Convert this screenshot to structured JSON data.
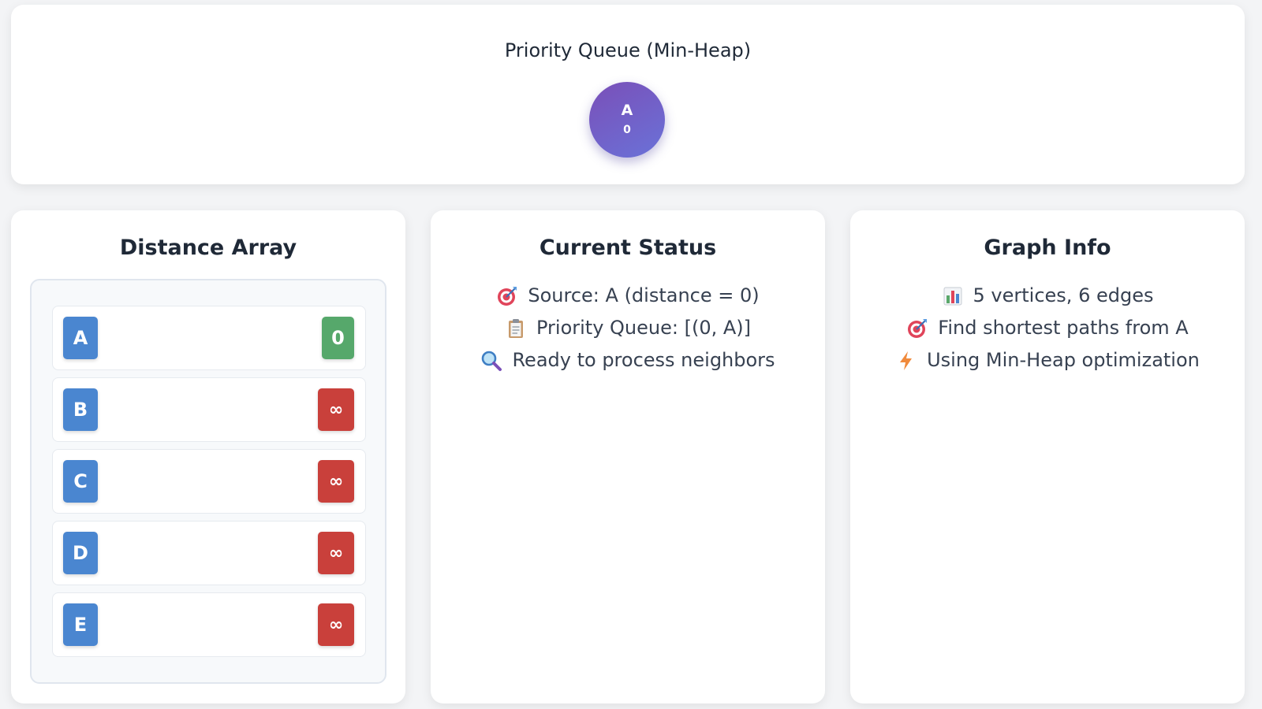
{
  "priority_queue": {
    "title": "Priority Queue (Min-Heap)",
    "nodes": [
      {
        "vertex": "A",
        "distance": "0"
      }
    ]
  },
  "distance_array": {
    "title": "Distance Array",
    "rows": [
      {
        "vertex": "A",
        "distance": "0",
        "state": "reached"
      },
      {
        "vertex": "B",
        "distance": "∞",
        "state": "unreached"
      },
      {
        "vertex": "C",
        "distance": "∞",
        "state": "unreached"
      },
      {
        "vertex": "D",
        "distance": "∞",
        "state": "unreached"
      },
      {
        "vertex": "E",
        "distance": "∞",
        "state": "unreached"
      }
    ]
  },
  "current_status": {
    "title": "Current Status",
    "lines": [
      {
        "icon": "target-icon",
        "text": "Source: A (distance = 0)"
      },
      {
        "icon": "clipboard-icon",
        "text": "Priority Queue: [(0, A)]"
      },
      {
        "icon": "magnifier-icon",
        "text": "Ready to process neighbors"
      }
    ]
  },
  "graph_info": {
    "title": "Graph Info",
    "lines": [
      {
        "icon": "bar-chart-icon",
        "text": "5 vertices, 6 edges"
      },
      {
        "icon": "target-icon",
        "text": "Find shortest paths from A"
      },
      {
        "icon": "lightning-icon",
        "text": "Using Min-Heap optimization"
      }
    ]
  },
  "colors": {
    "heap_gradient_start": "#7a4fb8",
    "heap_gradient_end": "#6a72d8",
    "vertex_badge": "#4a86d0",
    "distance_zero": "#56a86b",
    "distance_infinite": "#c9403b"
  }
}
